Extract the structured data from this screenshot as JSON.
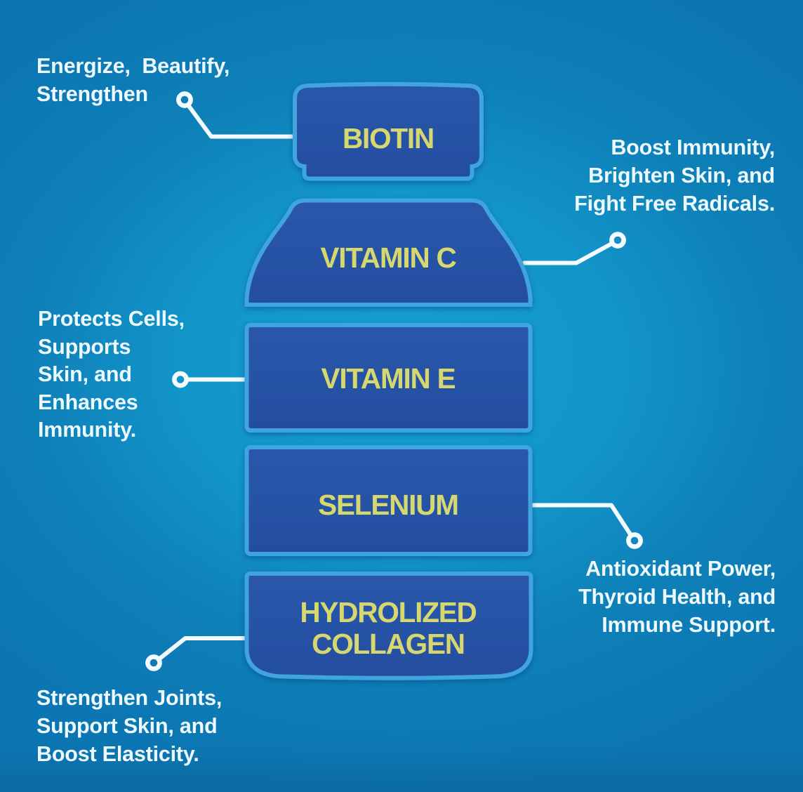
{
  "segments": [
    {
      "label": "BIOTIN"
    },
    {
      "label": "VITAMIN C"
    },
    {
      "label": "VITAMIN E"
    },
    {
      "label": "SELENIUM"
    },
    {
      "label_lines": [
        "HYDROLIZED",
        "COLLAGEN"
      ]
    }
  ],
  "callouts": [
    {
      "text": "Energize,  Beautify,\nStrengthen",
      "side": "left",
      "points_to": "BIOTIN"
    },
    {
      "text": "Boost Immunity,\nBrighten Skin, and\nFight Free Radicals.",
      "side": "right",
      "points_to": "VITAMIN C"
    },
    {
      "text": "Protects Cells,\nSupports\nSkin, and\nEnhances\nImmunity.",
      "side": "left",
      "points_to": "VITAMIN E"
    },
    {
      "text": "Antioxidant Power,\nThyroid Health, and\nImmune Support.",
      "side": "right",
      "points_to": "SELENIUM"
    },
    {
      "text": "Strengthen Joints,\nSupport Skin, and\nBoost Elasticity.",
      "side": "left",
      "points_to": "HYDROLIZED COLLAGEN"
    }
  ],
  "colors": {
    "background_center": "#18a2d6",
    "background_edge": "#0a70ac",
    "segment_fill": "#2552a6",
    "segment_border": "#43a7e0",
    "label_text": "#d8db70",
    "benefit_text": "#ecf9fe",
    "connector": "#f3fbff"
  }
}
